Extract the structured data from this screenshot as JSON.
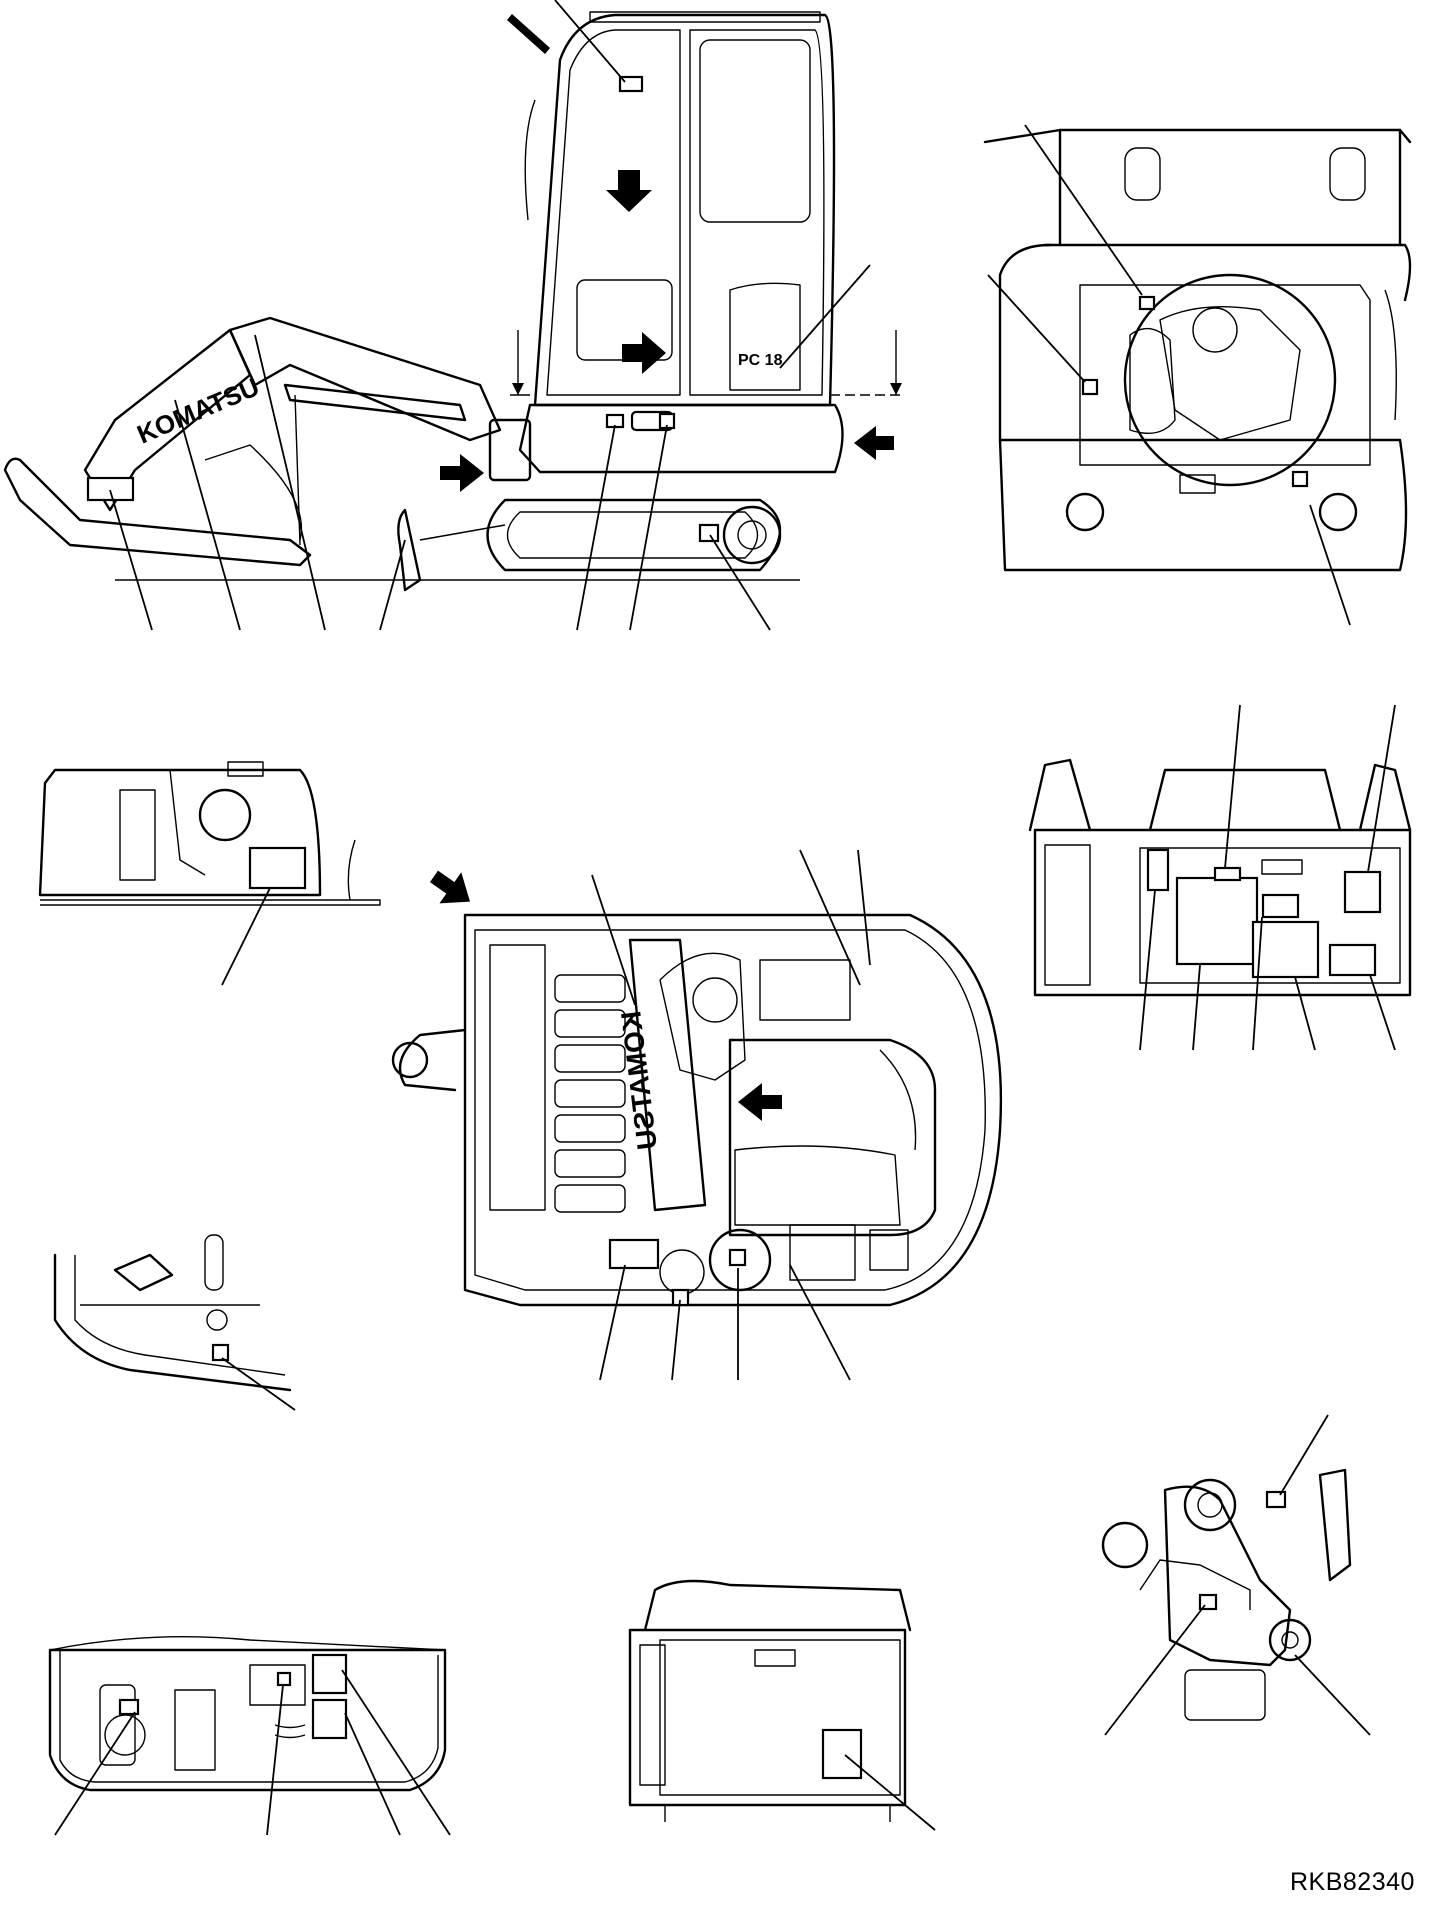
{
  "drawing_code": "RKB82340",
  "brand": "KOMATSU",
  "model_plate": "PC 18",
  "colors": {
    "ink": "#000000",
    "paper": "#ffffff"
  }
}
